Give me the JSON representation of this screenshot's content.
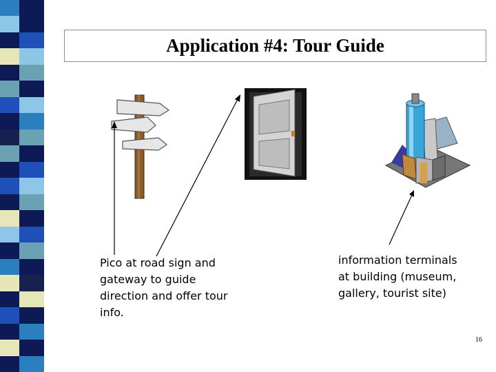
{
  "slide": {
    "title": "Application #4: Tour Guide",
    "captions": {
      "left": "Pico at road sign and\ngateway to guide\ndirection and offer tour\ninfo.",
      "right": "information terminals\nat building (museum,\ngallery, tourist site)"
    },
    "page_number": "16"
  },
  "colors": {
    "stripe": [
      "#2b7fbf",
      "#0e1a55",
      "#8ec6e8",
      "#6aa2b4",
      "#e6e6b8",
      "#1f4fb8",
      "#17214f"
    ],
    "frame": "#8c8c8c"
  },
  "icons": [
    "signpost-icon",
    "door-icon",
    "city-buildings-icon"
  ]
}
